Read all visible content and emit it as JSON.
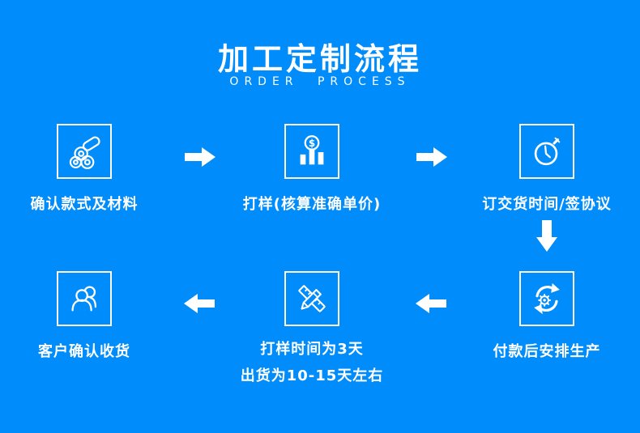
{
  "colors": {
    "background": "#008cfa",
    "foreground": "#ffffff"
  },
  "header": {
    "title": "加工定制流程",
    "subtitle": "ORDER PROCESS"
  },
  "steps": [
    {
      "icon": "fabric-rolls-icon",
      "label": "确认款式及材料"
    },
    {
      "icon": "price-sample-icon",
      "label": "打样(核算准确单价)"
    },
    {
      "icon": "stopwatch-icon",
      "label": "订交货时间/签协议"
    },
    {
      "icon": "production-sync-icon",
      "label": "付款后安排生产"
    },
    {
      "icon": "pencil-ruler-icon",
      "label": "打样时间为3天",
      "label_line2": "出货为10-15天左右"
    },
    {
      "icon": "customers-icon",
      "label": "客户确认收货"
    }
  ],
  "arrows": [
    {
      "icon": "arrow-right-icon"
    },
    {
      "icon": "arrow-right-icon"
    },
    {
      "icon": "arrow-down-icon"
    },
    {
      "icon": "arrow-left-icon"
    },
    {
      "icon": "arrow-left-icon"
    }
  ]
}
